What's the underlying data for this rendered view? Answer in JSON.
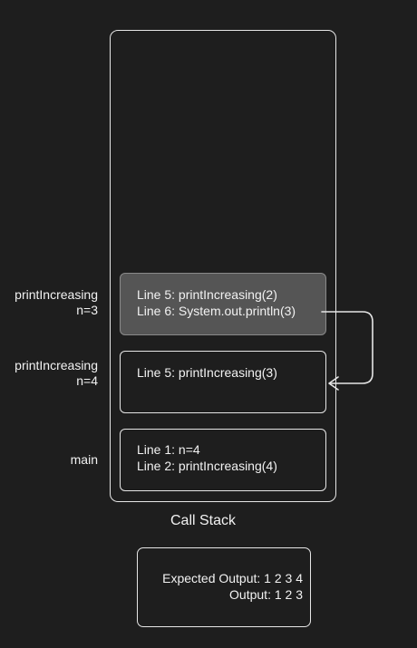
{
  "stack": {
    "title": "Call Stack",
    "frames": [
      {
        "label": "printIncreasing",
        "param": "n=3",
        "lines": [
          "Line 5: printIncreasing(2)",
          "Line 6: System.out.println(3)"
        ],
        "active": true
      },
      {
        "label": "printIncreasing",
        "param": "n=4",
        "lines": [
          "Line 5: printIncreasing(3)"
        ],
        "active": false
      },
      {
        "label": "main",
        "param": "",
        "lines": [
          "Line 1: n=4",
          "Line 2: printIncreasing(4)"
        ],
        "active": false
      }
    ]
  },
  "output": {
    "expected": "Expected Output: 1 2 3 4",
    "actual": "Output: 1 2 3"
  },
  "colors": {
    "background": "#1e1e1e",
    "stroke": "#e6e6e6",
    "active_frame_fill": "#555555",
    "text": "#f2f2f2"
  }
}
